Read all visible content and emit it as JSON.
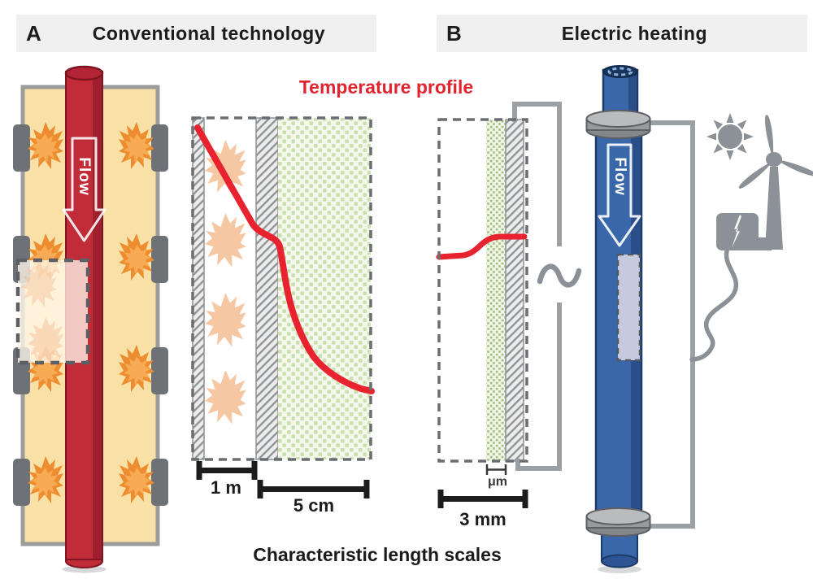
{
  "figure": {
    "panel_a": {
      "label": "A",
      "title": "Conventional technology",
      "flow_label": "Flow"
    },
    "panel_b": {
      "label": "B",
      "title": "Electric heating",
      "flow_label": "Flow"
    },
    "profile": {
      "title": "Temperature profile"
    },
    "scales": {
      "furnace_bar": "1 m",
      "bed_bar": "5 cm",
      "washcoat_bar": "μm",
      "tube_bar": "3 mm"
    },
    "caption": "Characteristic length scales",
    "icons": {
      "flame": "flame-icon (jagged orange flame clipart)",
      "burner": "burner-block (gray rounded rectangle on furnace wall)",
      "flow_arrow": "down-arrow-outline inside tube",
      "sun": "sun-icon (disc with 8 triangular rays)",
      "wind_turbine": "wind-turbine-icon (3-blade rotor on pole)",
      "power_converter": "power-converter-icon (box with white lightning bolt)",
      "ac_source": "ac-source-icon (sine-wave symbol in wire)"
    },
    "colors": {
      "band_bg": "#f0f0f0",
      "furnace_yellow": "#f8e0a6",
      "tube_red": "#c22b38",
      "flame_orange": "#ed8d2f",
      "burner_gray": "#6e7276",
      "temperature_red": "#e8222f",
      "title_red": "#e02531",
      "tube_blue": "#3a67a9",
      "flange_gray": "#989a9d",
      "wire_gray": "#9aa0a4",
      "renewables_gray": "#8b9196",
      "catalyst_green": "#cbe0ad",
      "text_black": "#1b1b1b"
    }
  }
}
